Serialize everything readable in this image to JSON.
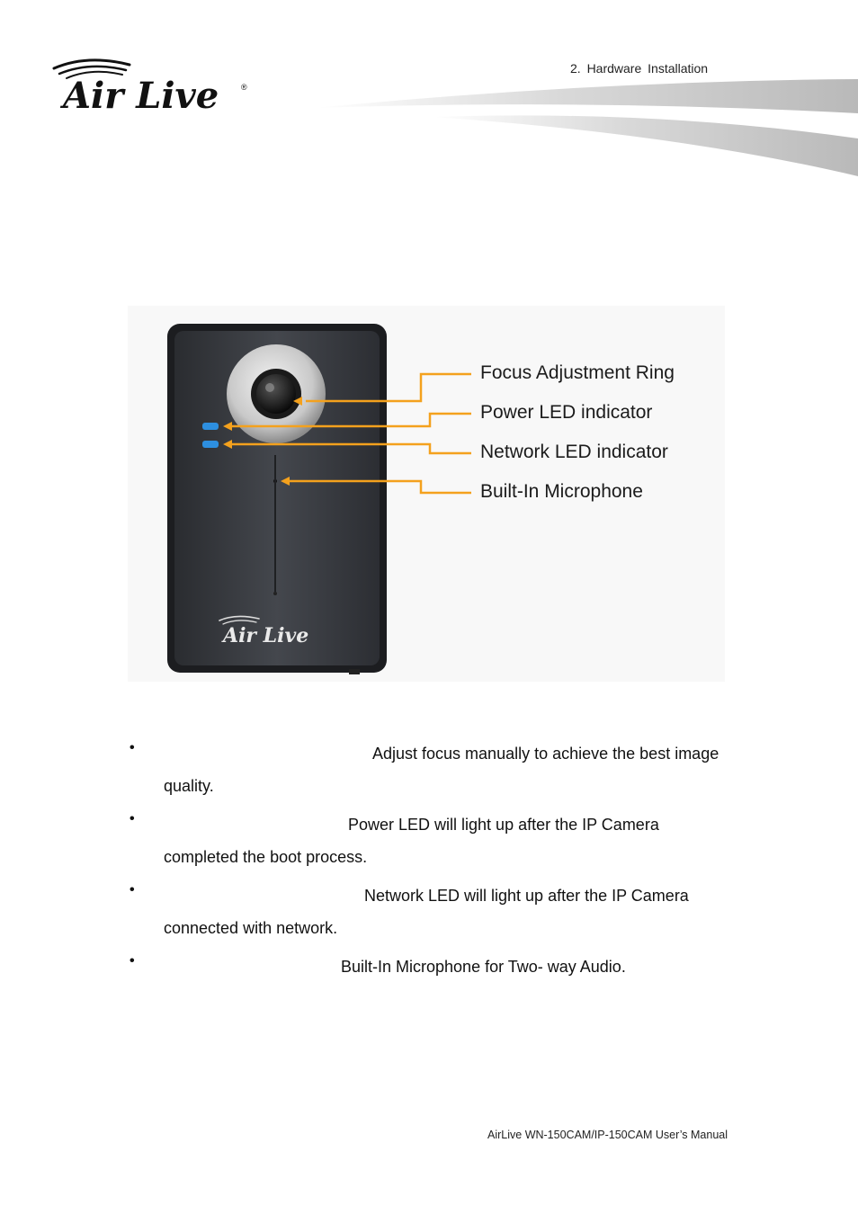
{
  "header": {
    "brand": "Air Live",
    "section": "2.  Hardware  Installation"
  },
  "figure": {
    "callouts": [
      {
        "id": "focus",
        "label": "Focus Adjustment Ring"
      },
      {
        "id": "power",
        "label": "Power LED indicator"
      },
      {
        "id": "network",
        "label": "Network LED indicator"
      },
      {
        "id": "mic",
        "label": "Built-In Microphone"
      }
    ],
    "camera_brand": "Air Live"
  },
  "bullets": [
    {
      "text": "Adjust focus manually to achieve the best image quality."
    },
    {
      "text": "Power LED will light up after the IP Camera completed the boot process."
    },
    {
      "text": "Network LED will light up after the IP Camera connected with network."
    },
    {
      "text": "Built-In Microphone for Two- way Audio."
    }
  ],
  "footer": {
    "manual": "AirLive WN-150CAM/IP-150CAM User’s Manual"
  },
  "colors": {
    "arrow": "#f4a11d",
    "led": "#2d8fe0",
    "camera_body": "#3a3d42"
  }
}
